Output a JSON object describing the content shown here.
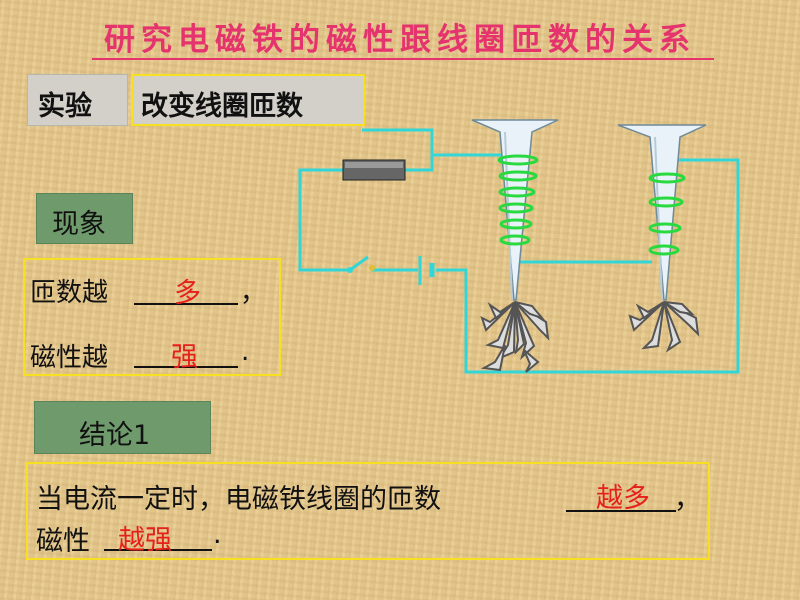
{
  "title": "研究电磁铁的磁性跟线圈匝数的关系",
  "experiment": {
    "label": "实验",
    "content": "改变线圈匝数"
  },
  "phenomenon": {
    "label": "现象",
    "line1_prefix": "匝数越",
    "line1_answer": "多",
    "line1_suffix": "，",
    "line2_prefix": "磁性越",
    "line2_answer": "强",
    "line2_suffix": "."
  },
  "conclusion": {
    "label": "结论1",
    "line1_prefix": "当电流一定时，电磁铁线圈的匝数",
    "line1_answer": "越多",
    "line1_suffix": "，",
    "line2_prefix": "磁性",
    "line2_answer": "越强",
    "line2_suffix": "."
  },
  "colors": {
    "title": "#e5336d",
    "answer": "#e5211b",
    "wire": "#33d6d6",
    "coil": "#28d93f",
    "box_border": "#f6e021",
    "tag_green": "#6e9a6c"
  }
}
